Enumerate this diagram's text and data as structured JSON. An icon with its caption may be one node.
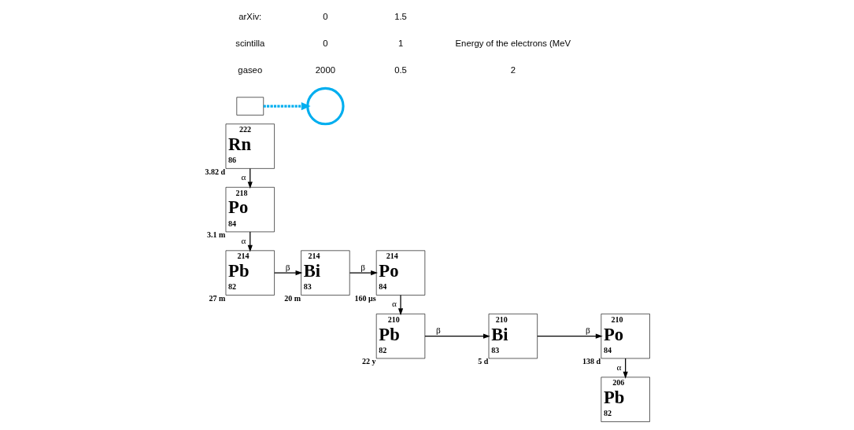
{
  "diagram": {
    "nodes": [
      {
        "text": [
          "222",
          "Rn",
          "86"
        ],
        "beside": [
          "3.82 d"
        ]
      },
      {
        "text": [
          "218",
          "Po",
          "84"
        ],
        "beside": [
          "3.1 m"
        ]
      },
      {
        "text": [
          "214",
          "Pb",
          "82"
        ],
        "beside": [
          "27 m"
        ]
      },
      {
        "text": [
          "214",
          "Bi",
          "83"
        ],
        "beside": [
          "20 m"
        ]
      },
      {
        "text": [
          "214",
          "Po",
          "84"
        ],
        "beside": [
          "160 μs"
        ]
      },
      {
        "text": [
          "210",
          "Pb",
          "82"
        ],
        "beside": [
          "22 y"
        ]
      },
      {
        "text": [
          "210",
          "Bi",
          "83"
        ],
        "beside": [
          "5 d"
        ]
      },
      {
        "text": [
          "210",
          "Po",
          "84"
        ],
        "beside": [
          "138 d"
        ]
      },
      {
        "text": [
          "206",
          "Pb",
          "82"
        ]
      },
      {
        "text": [],
        "shape": "circle"
      },
      {
        "text": [],
        "shape": "box"
      }
    ],
    "edges": [
      {
        "from": 0,
        "to": 1,
        "arrow": "to",
        "label": "α"
      },
      {
        "from": 1,
        "to": 2,
        "arrow": "to",
        "label": "α"
      },
      {
        "from": 2,
        "to": 3,
        "arrow": "to",
        "label": "β"
      },
      {
        "from": 3,
        "to": 4,
        "arrow": "to",
        "label": "β"
      },
      {
        "from": 4,
        "to": 5,
        "arrow": "to",
        "label": "α"
      },
      {
        "from": 5,
        "to": 6,
        "arrow": "to",
        "label": "β"
      },
      {
        "from": 6,
        "to": 7,
        "arrow": "to",
        "label": "β"
      },
      {
        "from": 7,
        "to": 8,
        "arrow": "to",
        "label": "α"
      },
      {
        "from": 10,
        "to": 9,
        "arrow": "to",
        "style": "dashed",
        "color": "#00aeef"
      }
    ],
    "labels": [
      "gaseo",
      "scintilla",
      "arXiv:",
      "2000",
      "0",
      "0",
      "0.5",
      "1",
      "1.5",
      "2",
      "Energy of the electrons (MeV"
    ]
  }
}
